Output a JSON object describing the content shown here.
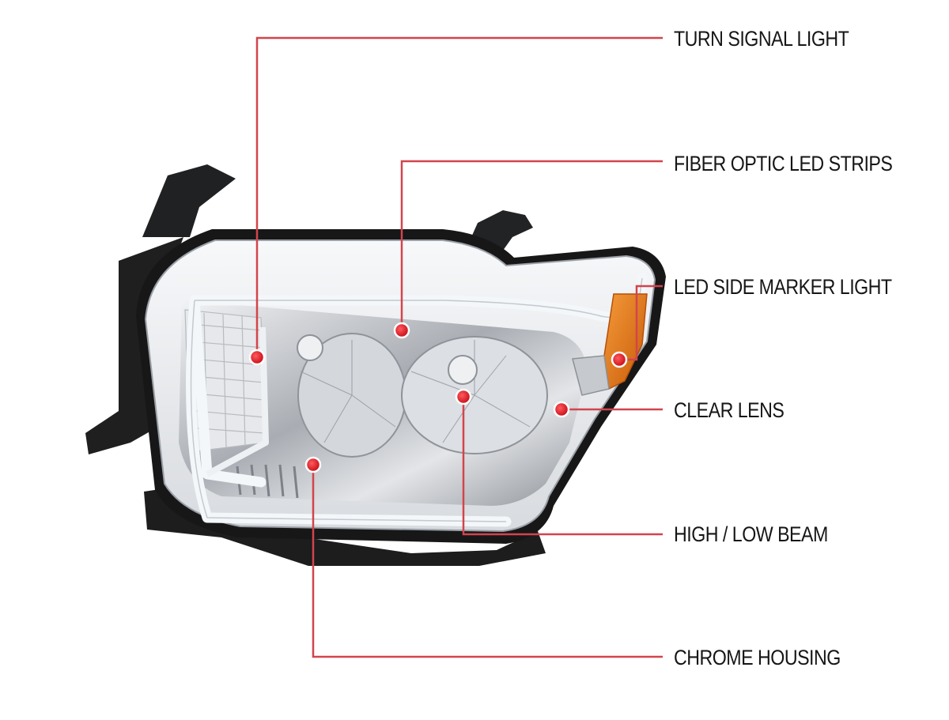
{
  "callouts": [
    {
      "id": "turn-signal-light",
      "label": "TURN SIGNAL LIGHT"
    },
    {
      "id": "fiber-optic-led-strips",
      "label": "FIBER OPTIC LED STRIPS"
    },
    {
      "id": "led-side-marker-light",
      "label": "LED SIDE MARKER LIGHT"
    },
    {
      "id": "clear-lens",
      "label": "CLEAR LENS"
    },
    {
      "id": "high-low-beam",
      "label": "HIGH / LOW BEAM"
    },
    {
      "id": "chrome-housing",
      "label": "CHROME HOUSING"
    }
  ],
  "colors": {
    "leader_line": "#d2454c",
    "marker_dot": "#e0141e",
    "housing_black": "#1c1c1c",
    "chrome": "#c9ccd0",
    "amber_marker": "#e8740f",
    "led_strip": "#eef2f6",
    "label_text": "#161616"
  }
}
